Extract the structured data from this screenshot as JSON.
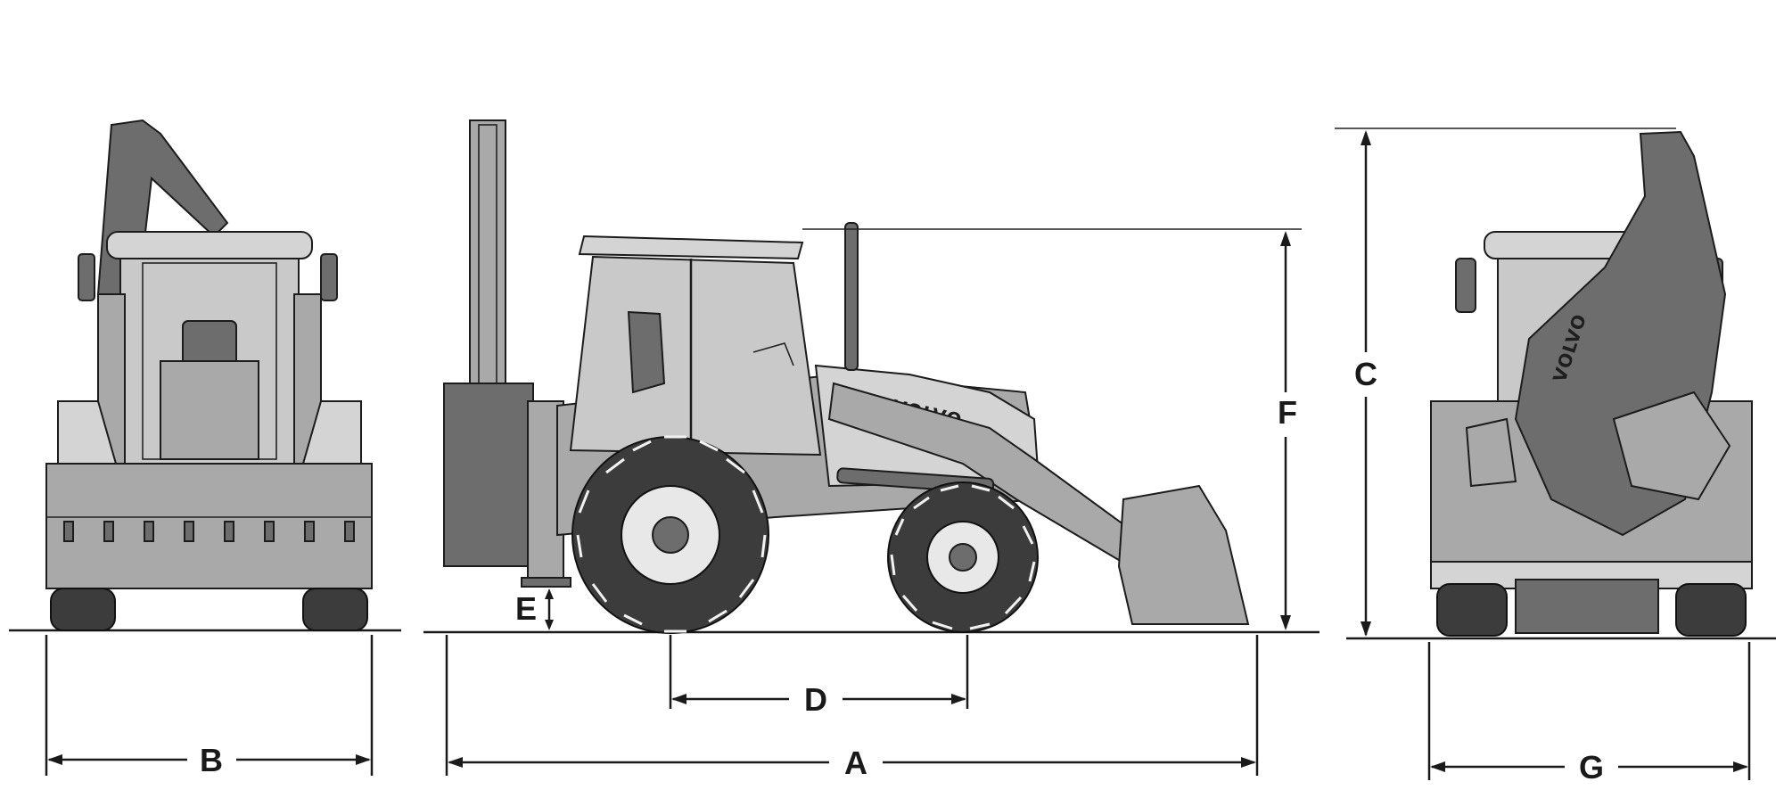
{
  "dimensions": {
    "A": "A",
    "B": "B",
    "C": "C",
    "D": "D",
    "E": "E",
    "F": "F",
    "G": "G"
  },
  "brand": {
    "side_text": "VOLVO",
    "rear_text": "VOLVO"
  },
  "views": [
    "front-view",
    "side-view",
    "rear-view"
  ],
  "colors": {
    "line": "#1a1a1a",
    "body_fill": "#a9a9a9",
    "tyre_fill": "#3c3c3c",
    "background": "#ffffff"
  }
}
